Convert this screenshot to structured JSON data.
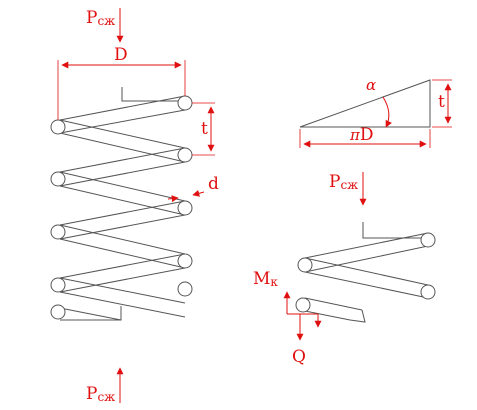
{
  "labels": {
    "force_top": "P",
    "force_top_sub": "сж",
    "force_bottom": "P",
    "force_bottom_sub": "сж",
    "force_right": "P",
    "force_right_sub": "сж",
    "diameter": "D",
    "pitch": "t",
    "wire": "d",
    "angle": "α",
    "unroll_pi": "π",
    "unroll_d": "D",
    "unroll_pitch": "t",
    "moment": "M",
    "moment_sub": "к",
    "shear": "Q"
  },
  "colors": {
    "annotation": "#e01010",
    "spring": "#555555"
  }
}
